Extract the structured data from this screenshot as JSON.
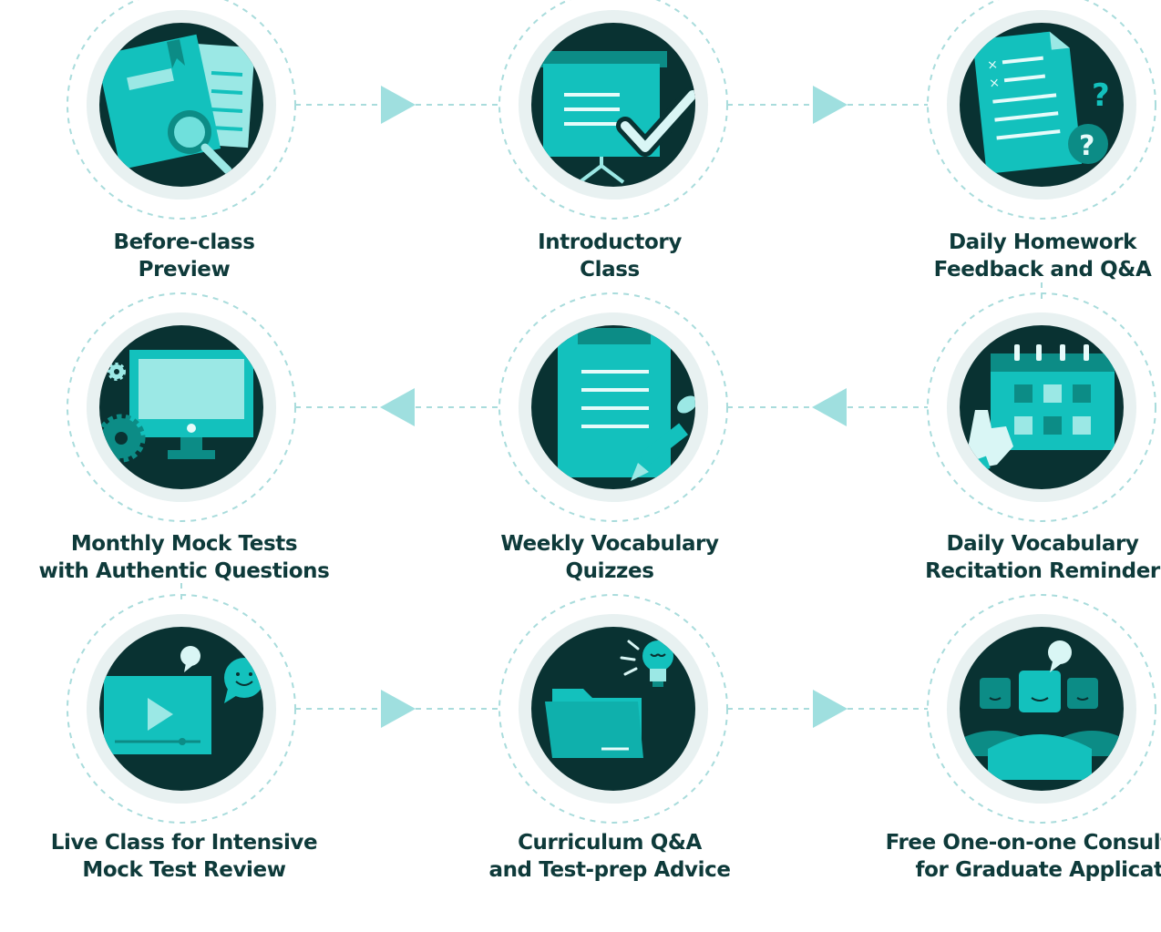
{
  "steps": [
    {
      "line1": "Before-class",
      "line2": "Preview",
      "icon": "book-magnifier-icon"
    },
    {
      "line1": "Introductory",
      "line2": "Class",
      "icon": "presentation-board-icon"
    },
    {
      "line1": "Daily Homework",
      "line2": "Feedback and Q&A",
      "icon": "homework-question-icon"
    },
    {
      "line1": "Daily Vocabulary",
      "line2": "Recitation Reminder",
      "icon": "calendar-hand-icon"
    },
    {
      "line1": "Weekly Vocabulary",
      "line2": "Quizzes",
      "icon": "clipboard-pencil-icon"
    },
    {
      "line1": "Monthly Mock Tests",
      "line2": "with Authentic Questions",
      "icon": "monitor-gears-icon"
    },
    {
      "line1": "Live Class for Intensive",
      "line2": "Mock Test Review",
      "icon": "video-chat-icon"
    },
    {
      "line1": "Curriculum Q&A",
      "line2": "and Test-prep Advice",
      "icon": "folder-lightbulb-icon"
    },
    {
      "line1": "Free One-on-one Consultation",
      "line2": "for Graduate Application",
      "icon": "group-consultation-icon"
    }
  ],
  "colors": {
    "circle_dark": "#093232",
    "circle_ring": "#e8f1f1",
    "dashes": "#a9dcdc",
    "arrow": "#9fdfdf",
    "teal": "#13c1bd",
    "teal_dark": "#0c8c86",
    "teal_light": "#9be8e5",
    "label": "#0e3a3a"
  }
}
